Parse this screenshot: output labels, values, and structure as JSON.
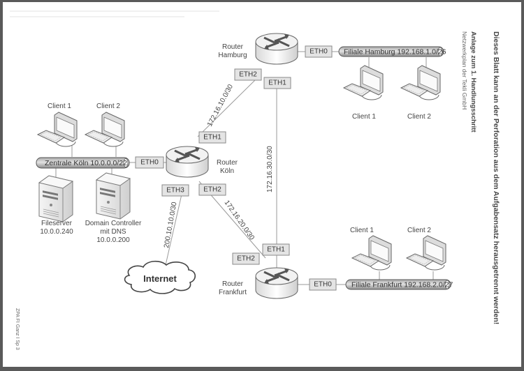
{
  "document": {
    "side_note": "Dieses Blatt kann an der Perforation aus dem Aufgabensatz herausgetrennt werden!",
    "attachment_title": "Anlage zum 1. Handlungsschritt",
    "attachment_subtitle": "Netzwerkplan der Tekli GmbH",
    "footer_code": "ZPA FI Ganz I Sp 3"
  },
  "networks": {
    "koeln": {
      "bus_label": "Zentrale Köln 10.0.0.0/22",
      "clients": [
        "Client 1",
        "Client 2"
      ],
      "servers": [
        {
          "name": "Fileserver",
          "ip": "10.0.0.240"
        },
        {
          "name": "Domain Controller",
          "extra": "mit DNS",
          "ip": "10.0.0.200"
        }
      ]
    },
    "hamburg": {
      "bus_label": "Filiale Hamburg 192.168.1.0/26",
      "clients": [
        "Client 1",
        "Client 2"
      ]
    },
    "frankfurt": {
      "bus_label": "Filiale Frankfurt 192.168.2.0/27",
      "clients": [
        "Client 1",
        "Client 2"
      ]
    }
  },
  "routers": {
    "koeln": {
      "label_line1": "Router",
      "label_line2": "Köln",
      "ports": [
        "ETH0",
        "ETH1",
        "ETH2",
        "ETH3"
      ]
    },
    "hamburg": {
      "label_line1": "Router",
      "label_line2": "Hamburg",
      "ports": [
        "ETH0",
        "ETH1",
        "ETH2"
      ]
    },
    "frankfurt": {
      "label_line1": "Router",
      "label_line2": "Frankfurt",
      "ports": [
        "ETH0",
        "ETH1",
        "ETH2"
      ]
    }
  },
  "links": {
    "koeln_hamburg": "172.16.10.0/30",
    "koeln_frankfurt": "172.16.20.0/30",
    "hamburg_frankfurt": "172.16.30.0/30",
    "koeln_internet": "200.10.10.0/30"
  },
  "internet": {
    "label": "Internet"
  }
}
